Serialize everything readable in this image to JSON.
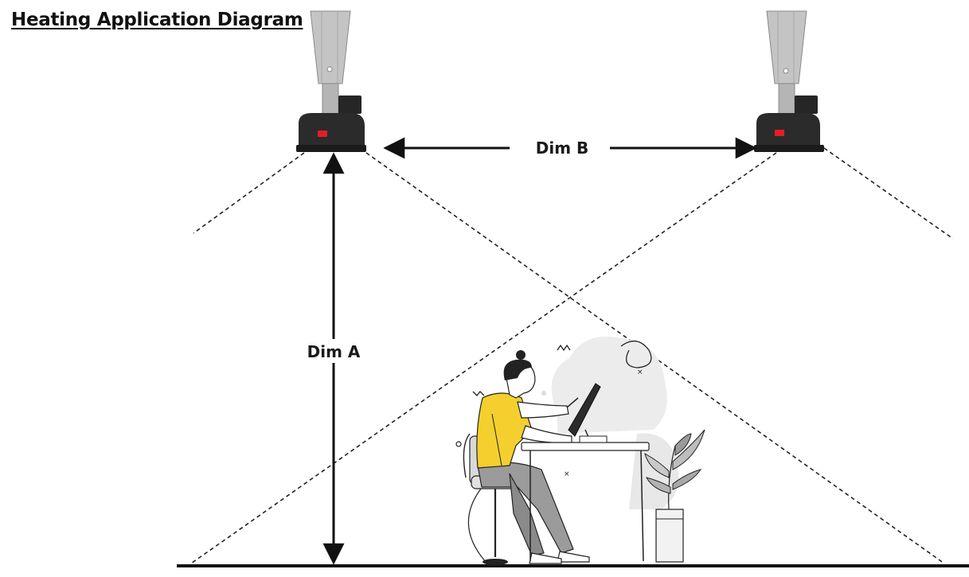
{
  "title": "Heating Application Diagram",
  "dimensions": {
    "dim_a": "Dim A",
    "dim_b": "Dim B"
  },
  "colors": {
    "heater_body": "#2b2b2b",
    "heater_reflector": "#c4c4c4",
    "indicator": "#e41e26",
    "shirt": "#f4cf2e",
    "line": "#111111"
  },
  "icons": [
    "heater-icon",
    "person-at-desk-illustration",
    "plant-icon"
  ]
}
